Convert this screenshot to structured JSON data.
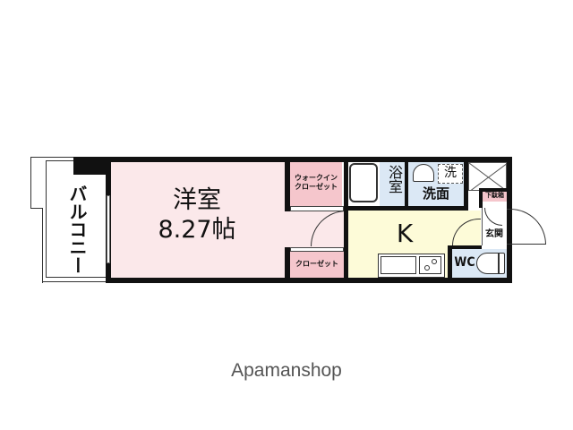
{
  "floorplan": {
    "rooms": {
      "western_room": {
        "label": "洋室",
        "size": "8.27帖",
        "color": "#fbe8ea"
      },
      "balcony": {
        "label": "バルコニー"
      },
      "walk_in_closet": {
        "label_line1": "ウォークイン",
        "label_line2": "クローゼット",
        "color": "#f5c6cc"
      },
      "closet": {
        "label": "クローゼット",
        "color": "#f5c6cc"
      },
      "bathroom": {
        "label": "浴室",
        "color": "#dbe8f5"
      },
      "washroom": {
        "label": "洗面",
        "washer_label": "洗",
        "color": "#dbe8f5"
      },
      "kitchen": {
        "label": "K",
        "color": "#fdfbd8"
      },
      "toilet": {
        "label": "WC",
        "color": "#dbe8f5"
      },
      "entrance": {
        "label": "玄関"
      },
      "shoe_cabinet": {
        "label": "下駄箱",
        "color": "#f5c6cc"
      }
    }
  },
  "footer": {
    "brand": "Apamanshop"
  }
}
